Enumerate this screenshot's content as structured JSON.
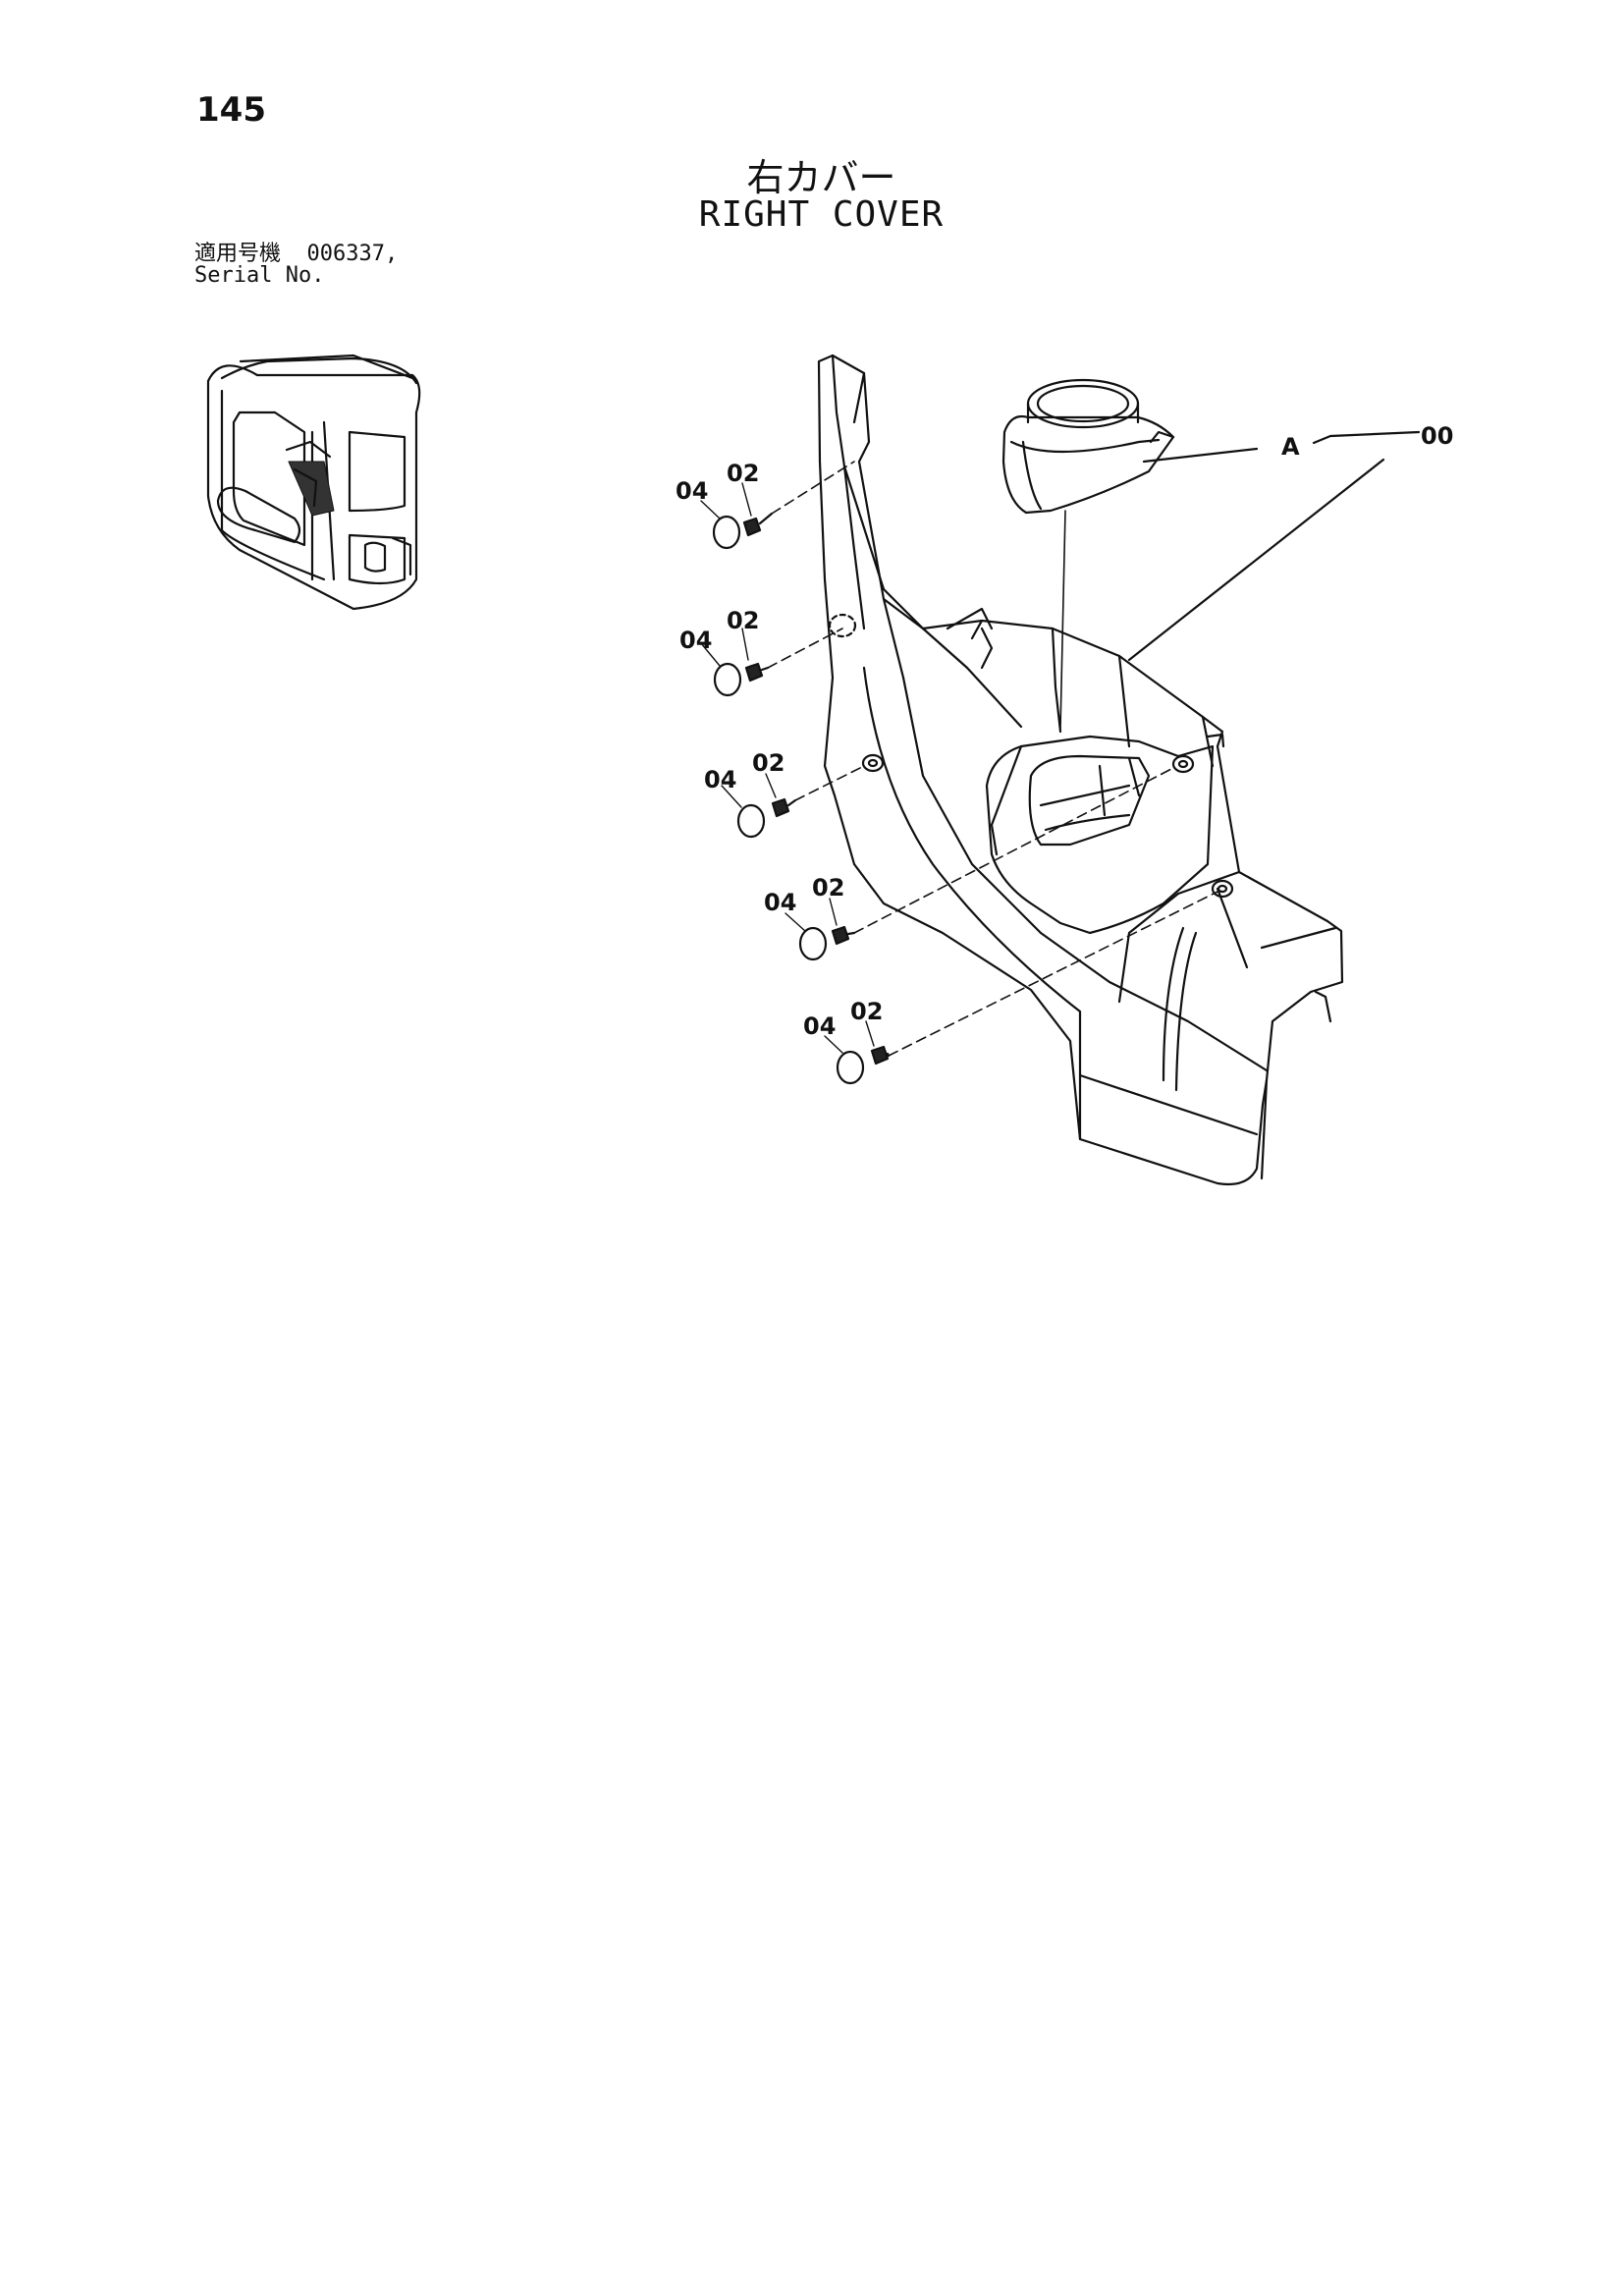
{
  "page": {
    "number": "145"
  },
  "title": {
    "jp": "右カバー",
    "en": "RIGHT COVER"
  },
  "serial": {
    "jp_label": "適用号機",
    "value": "006337,",
    "en_label": "Serial No."
  },
  "callouts": {
    "assembly": "00",
    "detail": "A",
    "bolt": "02",
    "cap": "04"
  }
}
